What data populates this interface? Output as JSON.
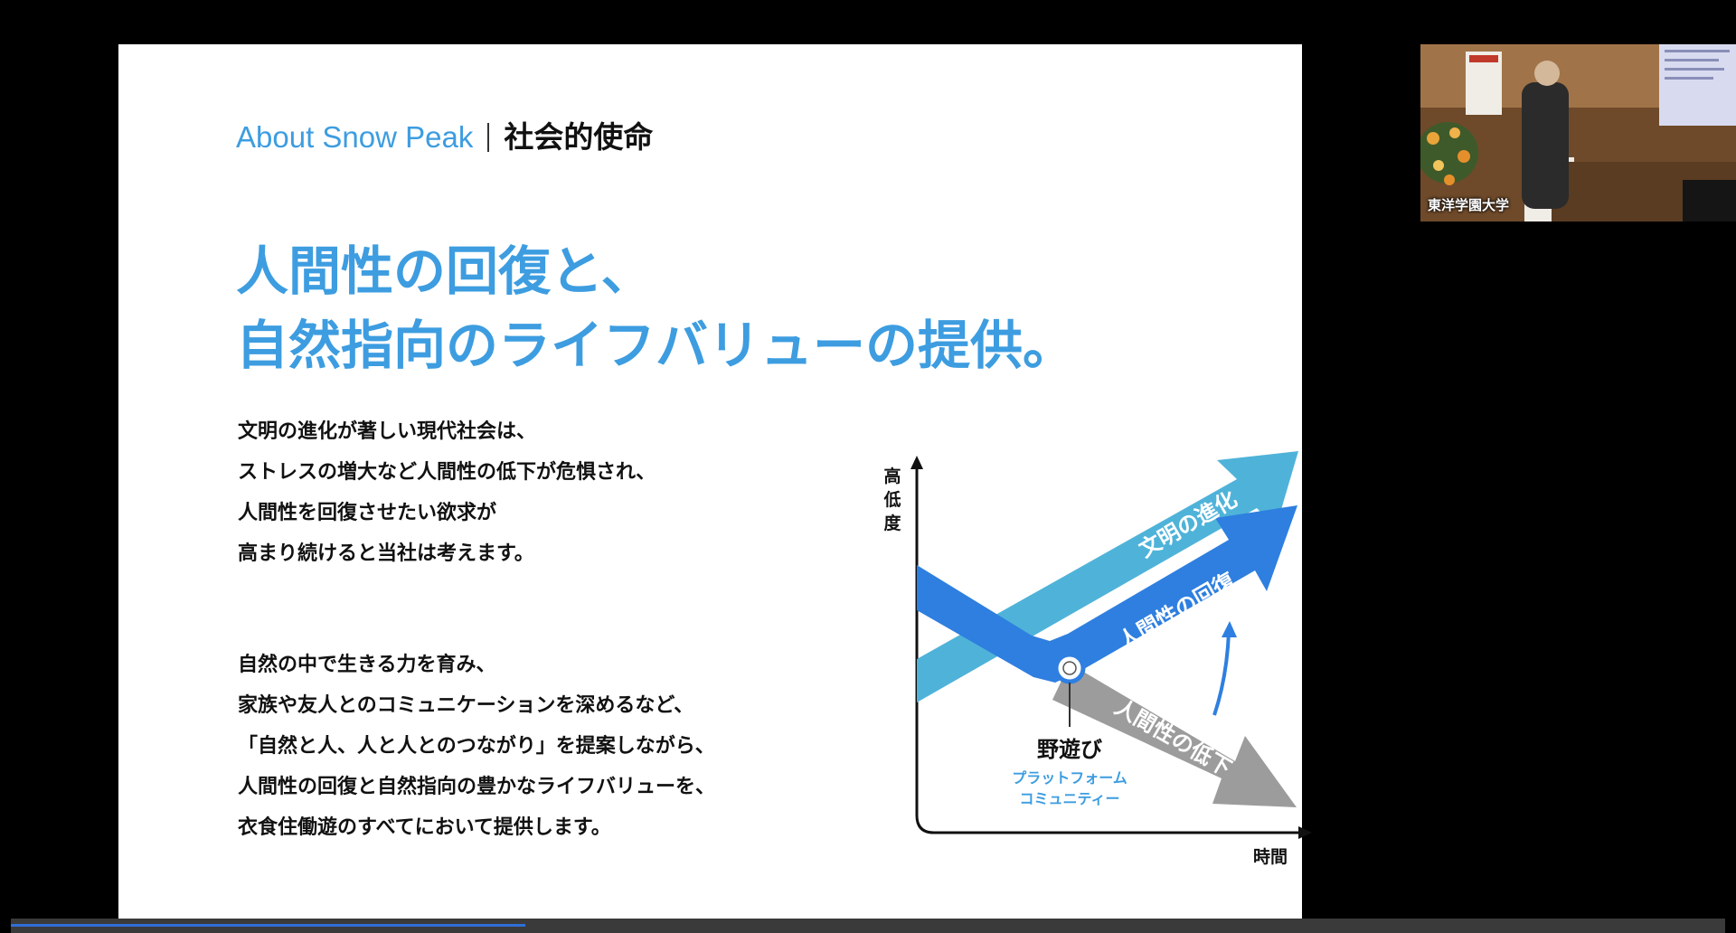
{
  "slide": {
    "heading_brand": "About Snow Peak",
    "heading_topic": "社会的使命",
    "title_lines": [
      "人間性の回復と、",
      "自然指向のライフバリューの提供。"
    ],
    "paragraph_1": [
      "文明の進化が著しい現代社会は、",
      "ストレスの増大など人間性の低下が危惧され、",
      "人間性を回復させたい欲求が",
      "高まり続けると当社は考えます。"
    ],
    "paragraph_2": [
      "自然の中で生きる力を育み、",
      "家族や友人とのコミュニケーションを深めるなど、",
      "「自然と人、人と人とのつながり」を提案しながら、",
      "人間性の回復と自然指向の豊かなライフバリューを、",
      "衣食住働遊のすべてにおいて提供します。"
    ],
    "diagram": {
      "y_axis_label": [
        "高",
        "低",
        "度"
      ],
      "x_axis_label": "時間",
      "arrow_civilization": "文明の進化",
      "arrow_recovery": "人間性の回復",
      "arrow_decline": "人間性の低下",
      "point_label": "野遊び",
      "point_sublabel_lines": [
        "プラットフォーム",
        "コミュニティー"
      ],
      "colors": {
        "civilization": "#4fb3d9",
        "recovery": "#2e7fe0",
        "decline": "#9c9c9c",
        "accent_blue": "#3d9de0"
      }
    }
  },
  "video": {
    "participant_name": "東洋学園大学"
  },
  "share_bar": {
    "progress_fraction": 0.3
  }
}
